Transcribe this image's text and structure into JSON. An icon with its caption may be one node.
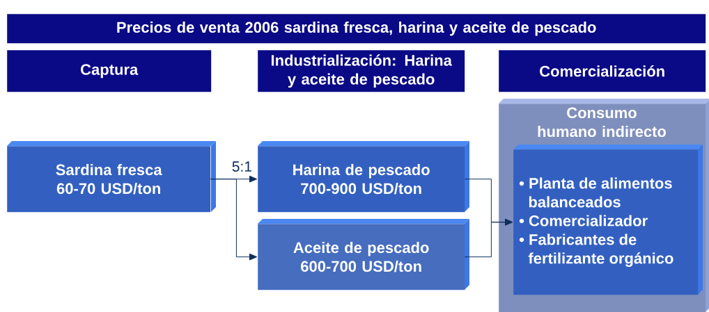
{
  "diagram": {
    "nodes": [
      {
        "text": [
          "Precios de venta 2006 sardina fresca, harina y aceite de pescado"
        ]
      },
      {
        "text": [
          "Captura"
        ]
      },
      {
        "text": [
          "Industrialización: Harina y aceite de pescado"
        ]
      },
      {
        "text": [
          "Comercialización"
        ]
      },
      {
        "text": [
          "Sardina fresca 60-70 USD/ton"
        ]
      },
      {
        "text": [
          "Harina de pescado 700-900 USD/ton"
        ]
      },
      {
        "text": [
          "Aceite de pescado 600-700 USD/ton"
        ]
      },
      {
        "text": [
          "Consumo humano indirecto"
        ]
      },
      {
        "text": [
          "• Planta de alimentos balanceados",
          "• Comercializador",
          "• Fabricantes de fertilizante orgánico"
        ],
        "in": 7
      }
    ],
    "edges": [
      {
        "from": 4,
        "to": 5,
        "arrow": "to",
        "label": "5:1"
      },
      {
        "from": 4,
        "to": 6,
        "arrow": "to"
      },
      {
        "from": 5,
        "to": 8,
        "arrow": "to"
      },
      {
        "from": 6,
        "to": 8,
        "arrow": "to"
      }
    ]
  }
}
